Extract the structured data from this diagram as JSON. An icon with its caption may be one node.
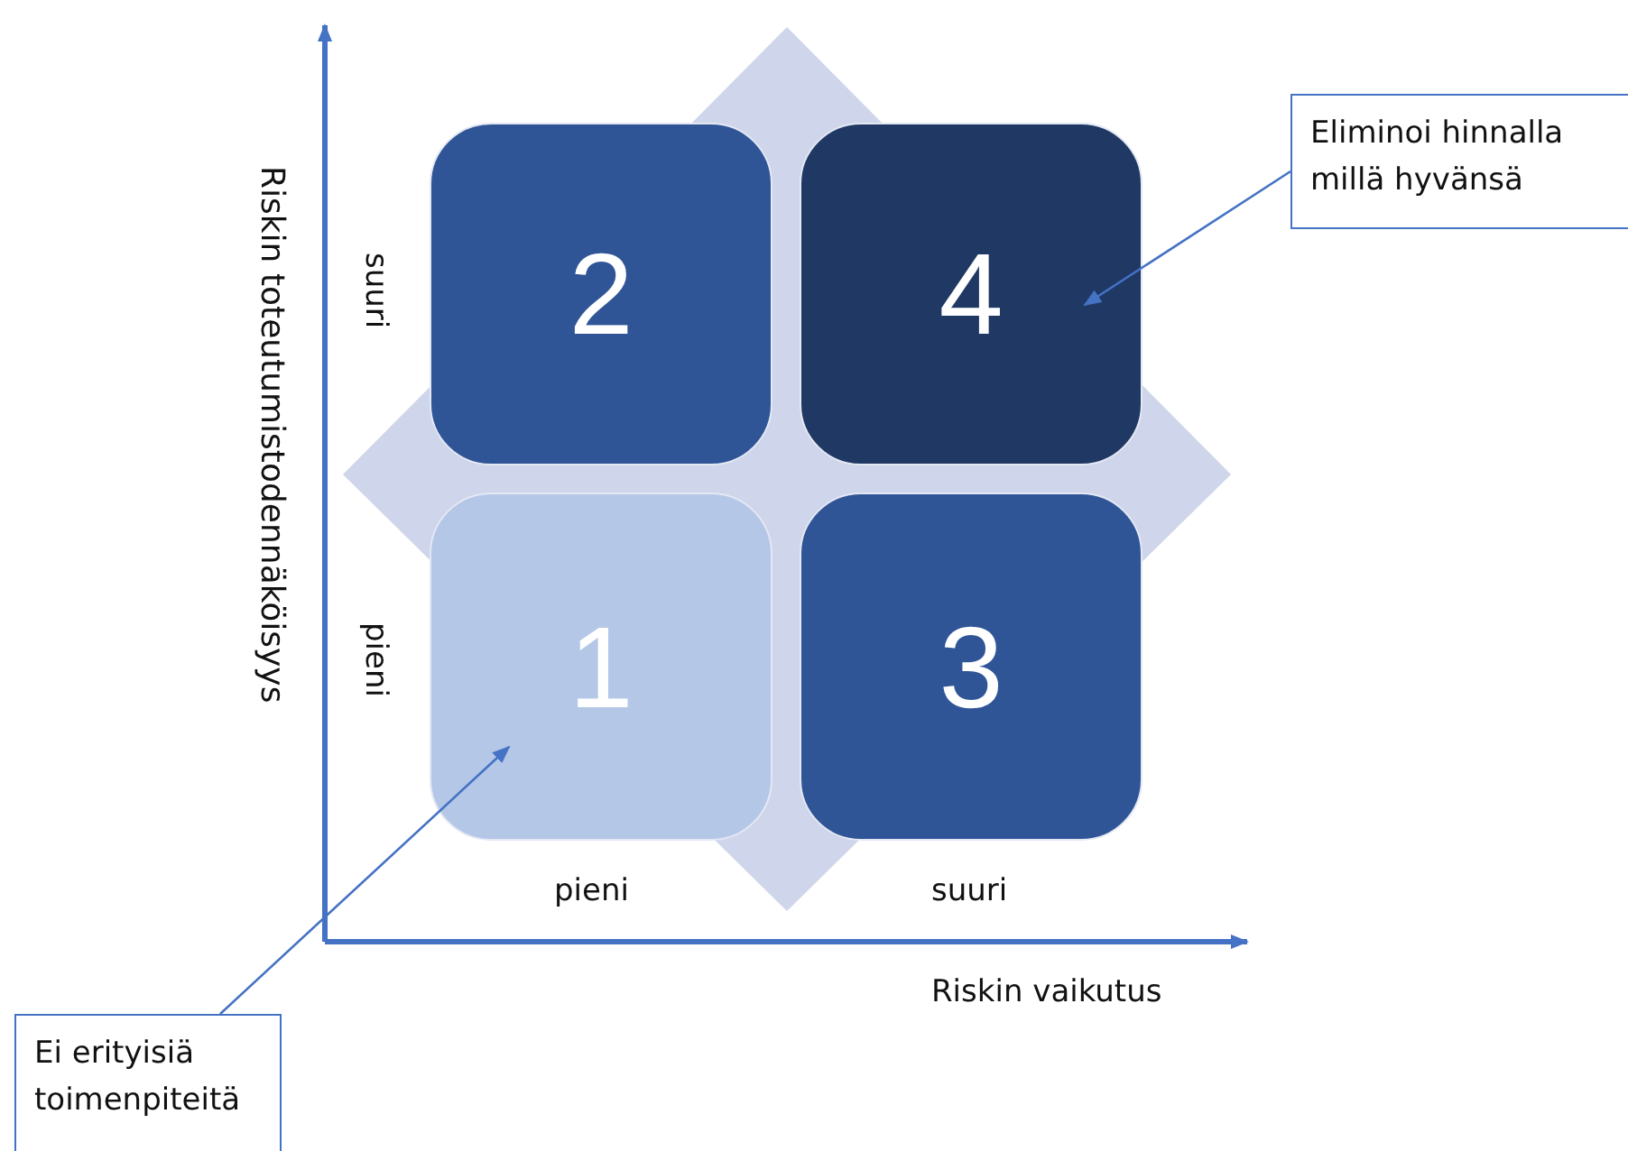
{
  "diagram": {
    "nodes": [
      {
        "text": [
          "2"
        ]
      },
      {
        "text": [
          "4"
        ]
      },
      {
        "text": [
          "1"
        ]
      },
      {
        "text": [
          "3"
        ]
      },
      {
        "text": [
          "Eliminoi hinnalla millä hyvänsä"
        ]
      },
      {
        "text": [
          "Ei erityisiä toimenpiteitä"
        ]
      }
    ],
    "edges": [
      {
        "from": 4,
        "to": 1,
        "arrow": "to"
      },
      {
        "from": 5,
        "to": 2,
        "arrow": "to"
      }
    ],
    "labels": [
      "Riskin toteutumistodennäköisyys",
      "suuri",
      "pieni",
      "pieni",
      "suuri",
      "Riskin vaikutus"
    ]
  }
}
